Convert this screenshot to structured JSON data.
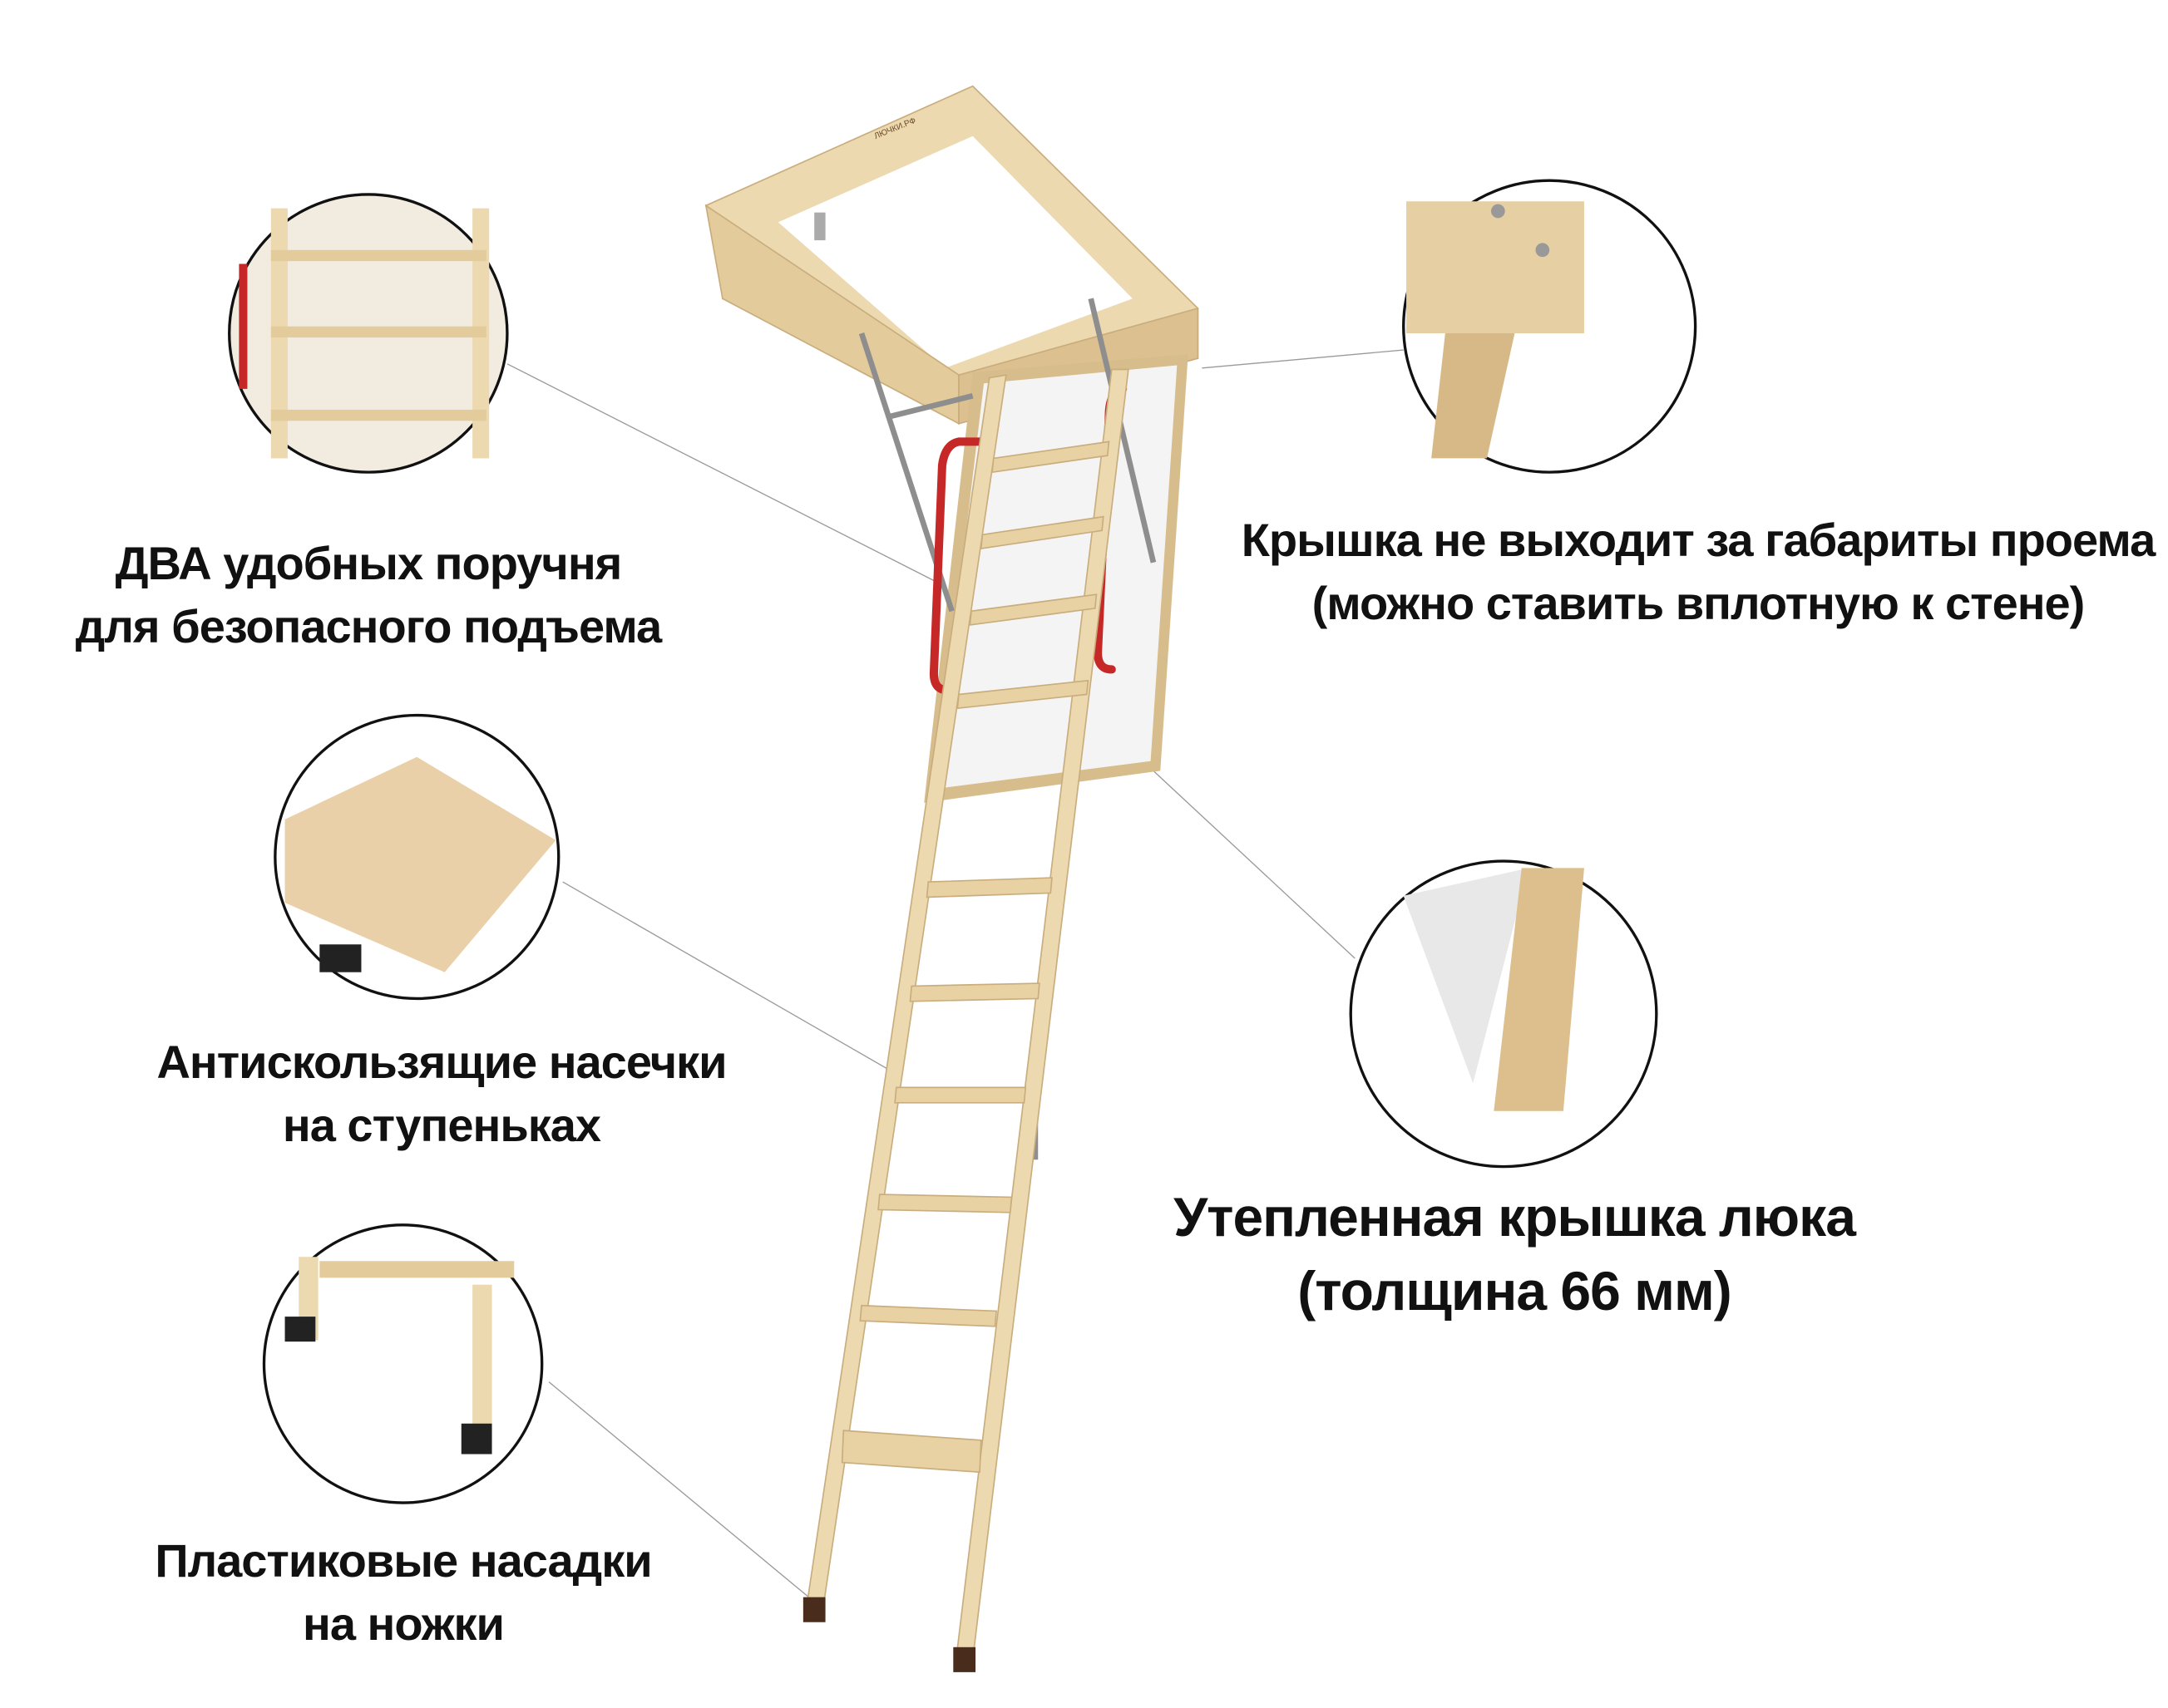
{
  "product_logo": "ЛЮЧКИ.РФ",
  "features": [
    {
      "id": "handrails",
      "lines": [
        "ДВА удобных поручня",
        "для безопасного подъема"
      ],
      "emphasis": "ДВА",
      "rest": " удобных поручня"
    },
    {
      "id": "lid-fit",
      "lines": [
        "Крышка не выходит за габариты проема",
        "(можно ставить вплотную к стене)"
      ]
    },
    {
      "id": "anti-slip",
      "lines": [
        "Антискользящие насечки",
        "на ступеньках"
      ]
    },
    {
      "id": "insulated-lid",
      "lines": [
        "Утепленная крышка люка",
        "(толщина 66 мм)"
      ]
    },
    {
      "id": "feet",
      "lines": [
        "Пластиковые насадки",
        "на ножки"
      ]
    }
  ],
  "colors": {
    "wood": "#ecd9b0",
    "wood_dark": "#d4b98a",
    "handrail": "#c62828",
    "panel": "#f4f4f4",
    "line": "#9a9a9a",
    "text": "#111111"
  }
}
